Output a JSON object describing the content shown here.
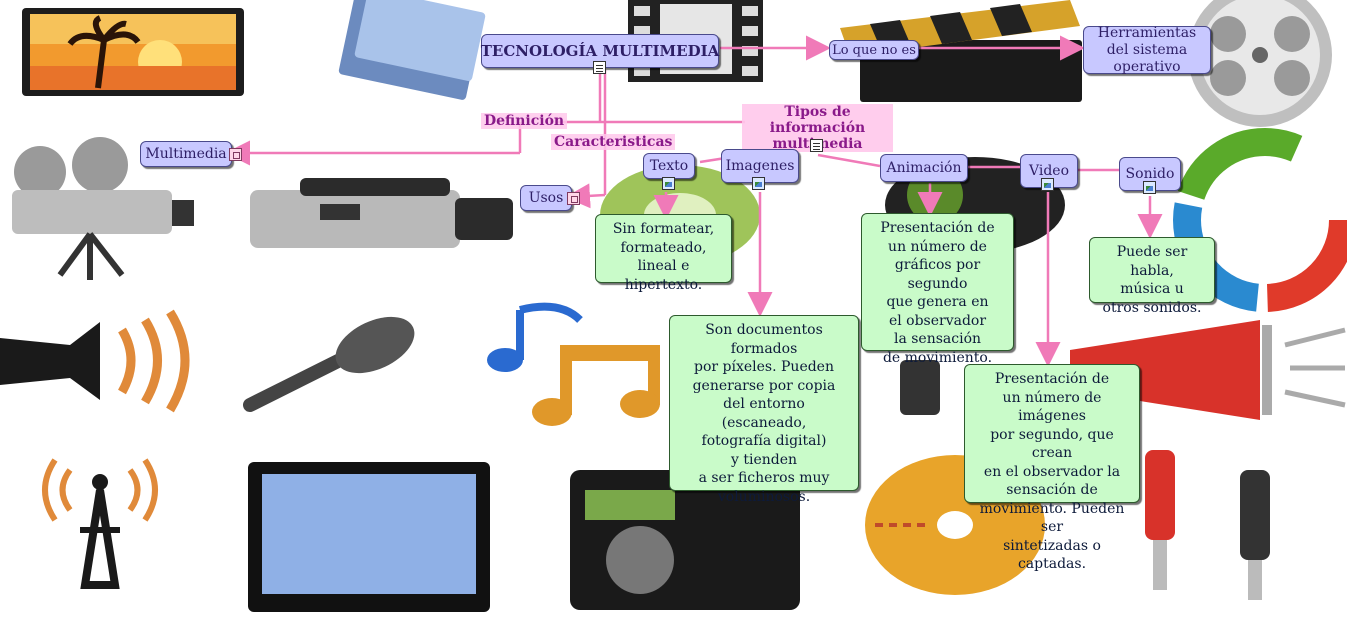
{
  "map": {
    "root": "TECNOLOGÍA MULTIMEDIA",
    "lo_que_no_es": "Lo que no es",
    "herramientas": "Herramientas del sistema operativo",
    "definicion": "Definición",
    "multimedia": "Multimedia",
    "caracteristicas": "Caracteristicas",
    "usos": "Usos",
    "tipos": "Tipos de información\nmultimedia",
    "types": {
      "texto": "Texto",
      "imagenes": "Imagenes",
      "animacion": "Animación",
      "video": "Video",
      "sonido": "Sonido"
    },
    "notes": {
      "texto": "Sin formatear,\nformateado,\nlineal e hipertexto.",
      "imagenes": "Son documentos formados\npor píxeles. Pueden\ngenerarse por copia\ndel entorno\n(escaneado,\nfotografía digital)\ny tienden\na ser ficheros muy\nvoluminosos.",
      "animacion": "Presentación de\nun número de\ngráficos por segundo\nque genera en\nel observador\nla sensación\nde movimiento.",
      "video": "Presentación de\nun número de imágenes\npor segundo, que crean\nen el observador la\nsensación de\nmovimiento. Pueden ser\nsintetizadas o captadas.",
      "sonido": "Puede ser habla,\nmúsica u\notros sonidos."
    }
  },
  "colors": {
    "concept_fill": "#c8c8ff",
    "note_fill": "#c9fbc9",
    "link_line": "#f07ab8",
    "link_label": "#8a1a8a"
  },
  "icons": [
    "image-icon",
    "document-icon",
    "note-icon"
  ]
}
